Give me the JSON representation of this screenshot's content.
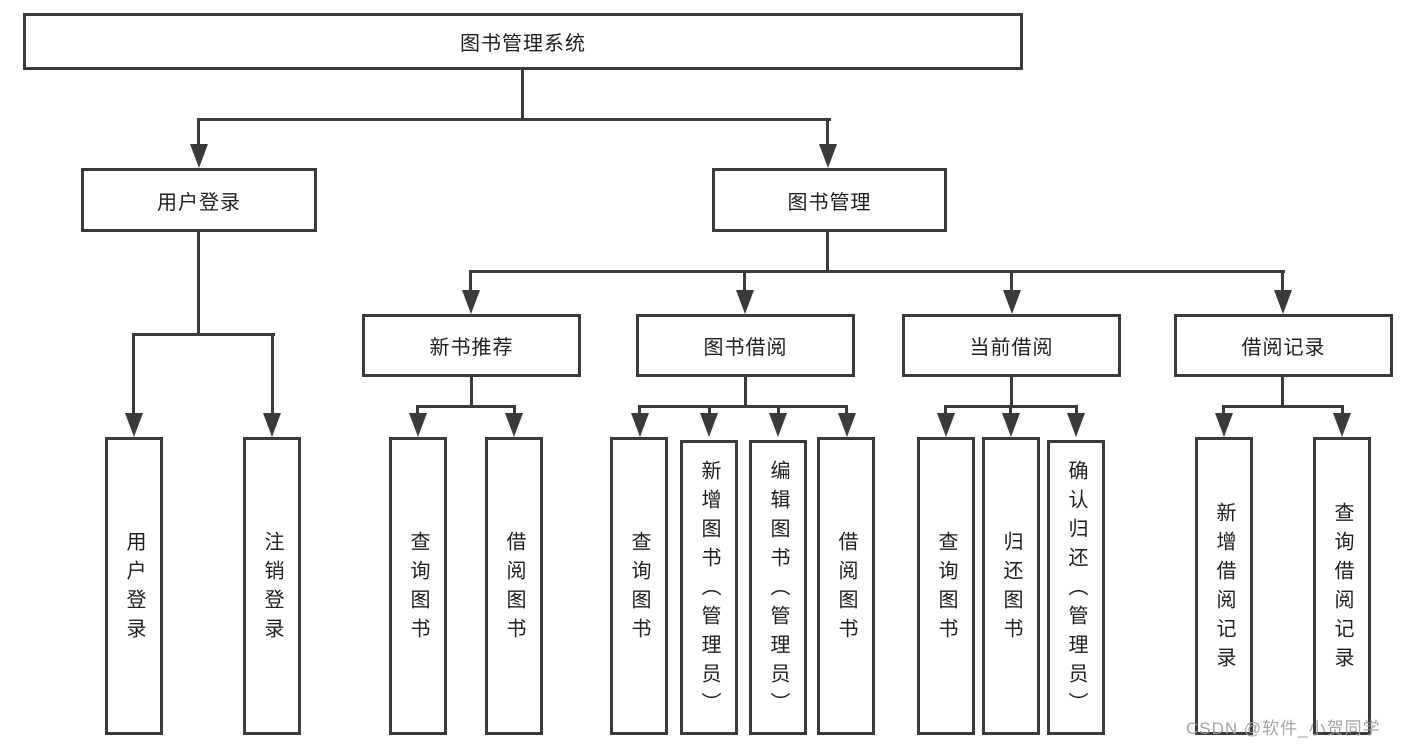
{
  "nodes": {
    "root": "图书管理系统",
    "user_login": "用户登录",
    "book_mgmt": "图书管理",
    "new_book_rec": "新书推荐",
    "book_borrow": "图书借阅",
    "current_borrow": "当前借阅",
    "borrow_records": "借阅记录",
    "leaf_user_login": "用户登录",
    "leaf_logout": "注销登录",
    "nbr_query": "查询图书",
    "nbr_borrow": "借阅图书",
    "bb_query": "查询图书",
    "bb_add": "新增图书（管理员）",
    "bb_edit": "编辑图书（管理员）",
    "bb_borrow": "借阅图书",
    "cb_query": "查询图书",
    "cb_return": "归还图书",
    "cb_confirm": "确认归还（管理员）",
    "br_add": "新增借阅记录",
    "br_query": "查询借阅记录"
  },
  "tree": {
    "label": "图书管理系统",
    "children": [
      {
        "label": "用户登录",
        "children": [
          {
            "label": "用户登录"
          },
          {
            "label": "注销登录"
          }
        ]
      },
      {
        "label": "图书管理",
        "children": [
          {
            "label": "新书推荐",
            "children": [
              {
                "label": "查询图书"
              },
              {
                "label": "借阅图书"
              }
            ]
          },
          {
            "label": "图书借阅",
            "children": [
              {
                "label": "查询图书"
              },
              {
                "label": "新增图书（管理员）"
              },
              {
                "label": "编辑图书（管理员）"
              },
              {
                "label": "借阅图书"
              }
            ]
          },
          {
            "label": "当前借阅",
            "children": [
              {
                "label": "查询图书"
              },
              {
                "label": "归还图书"
              },
              {
                "label": "确认归还（管理员）"
              }
            ]
          },
          {
            "label": "借阅记录",
            "children": [
              {
                "label": "新增借阅记录"
              },
              {
                "label": "查询借阅记录"
              }
            ]
          }
        ]
      }
    ]
  },
  "watermark": "CSDN @软件_小贺同学",
  "colors": {
    "line": "#3a3a3a",
    "text": "#1e1e1e",
    "background": "#ffffff",
    "watermark": "#9e9ea1"
  }
}
